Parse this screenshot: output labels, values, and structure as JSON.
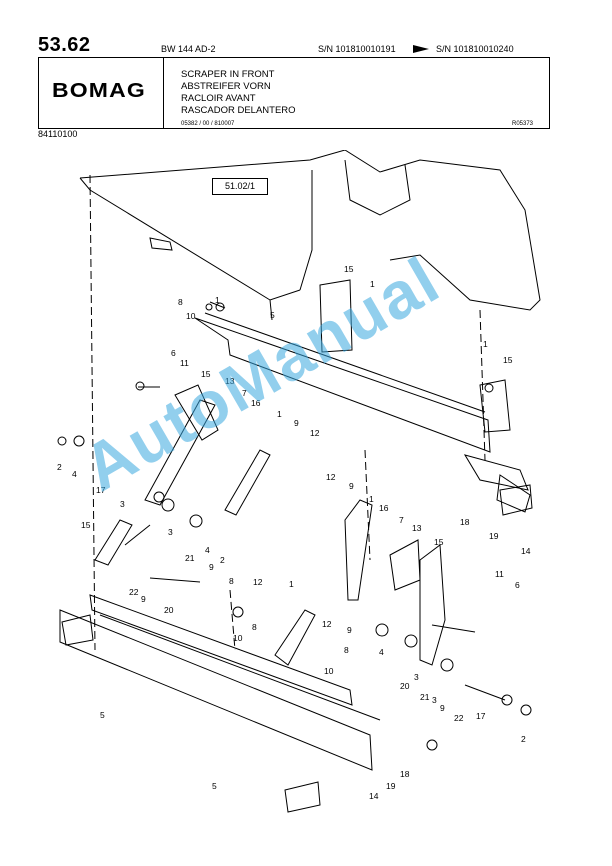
{
  "header": {
    "page_number": "53.62",
    "model": "BW 144 AD-2",
    "sn_from": "S/N 101810010191",
    "sn_to": "S/N 101810010240",
    "brand": "BOMAG",
    "titles": [
      "SCRAPER IN FRONT",
      "ABSTREIFER VORN",
      "RACLOIR AVANT",
      "RASCADOR DELANTERO"
    ],
    "doc_code": "05382 / 00 / 810007",
    "ref_code": "R05373",
    "part_number": "84110100"
  },
  "diagram": {
    "reference_box": "51.02/1",
    "callouts": [
      "1",
      "1",
      "1",
      "1",
      "1",
      "1",
      "2",
      "2",
      "2",
      "3",
      "3",
      "3",
      "3",
      "4",
      "4",
      "4",
      "5",
      "5",
      "5",
      "6",
      "6",
      "7",
      "7",
      "8",
      "8",
      "8",
      "8",
      "9",
      "9",
      "9",
      "9",
      "9",
      "9",
      "10",
      "10",
      "10",
      "11",
      "11",
      "12",
      "12",
      "12",
      "12",
      "13",
      "13",
      "14",
      "14",
      "15",
      "15",
      "15",
      "15",
      "15",
      "16",
      "16",
      "17",
      "17",
      "18",
      "18",
      "19",
      "19",
      "20",
      "20",
      "21",
      "21",
      "22",
      "22"
    ]
  },
  "watermark": "AutoManual"
}
